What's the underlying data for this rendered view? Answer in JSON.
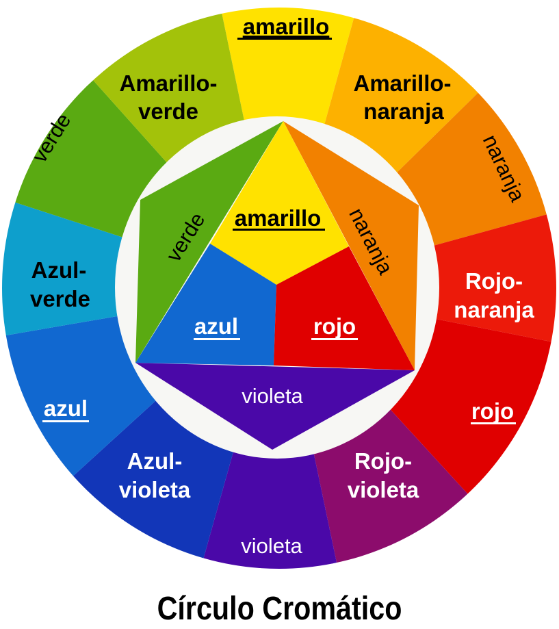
{
  "title": "Círculo Cromático",
  "colors": {
    "amarillo": "#FFE200",
    "amarillo_naranja": "#FDB100",
    "naranja": "#F28100",
    "rojo_naranja": "#EC1A0A",
    "rojo": "#E00000",
    "rojo_violeta": "#8C0C6C",
    "violeta": "#4A08A8",
    "azul_violeta": "#1236B8",
    "azul": "#1168D0",
    "azul_verde": "#0E9FCC",
    "verde": "#5AAA12",
    "amarillo_verde": "#A3C20A",
    "ring": "#FFFFFF",
    "text_dark": "#000000",
    "text_light": "#FFFFFF"
  },
  "outer_ring": [
    {
      "id": "amarillo",
      "line1": "amarillo",
      "line2": "",
      "primary": true
    },
    {
      "id": "amarillo_naranja",
      "line1": "Amarillo-",
      "line2": "naranja",
      "primary": false
    },
    {
      "id": "naranja",
      "line1": "naranja",
      "line2": "",
      "primary": false
    },
    {
      "id": "rojo_naranja",
      "line1": "Rojo-",
      "line2": "naranja",
      "primary": false
    },
    {
      "id": "rojo",
      "line1": "rojo",
      "line2": "",
      "primary": true
    },
    {
      "id": "rojo_violeta",
      "line1": "Rojo-",
      "line2": "violeta",
      "primary": false
    },
    {
      "id": "violeta",
      "line1": "violeta",
      "line2": "",
      "primary": false
    },
    {
      "id": "azul_violeta",
      "line1": "Azul-",
      "line2": "violeta",
      "primary": false
    },
    {
      "id": "azul",
      "line1": "azul",
      "line2": "",
      "primary": true
    },
    {
      "id": "azul_verde",
      "line1": "Azul-",
      "line2": "verde",
      "primary": false
    },
    {
      "id": "verde",
      "line1": "verde",
      "line2": "",
      "primary": false
    },
    {
      "id": "amarillo_verde",
      "line1": "Amarillo-",
      "line2": "verde",
      "primary": false
    }
  ],
  "inner_star": {
    "amarillo": "amarillo",
    "azul": "azul",
    "rojo": "rojo",
    "verde": "verde",
    "naranja": "naranja",
    "violeta": "violeta"
  }
}
